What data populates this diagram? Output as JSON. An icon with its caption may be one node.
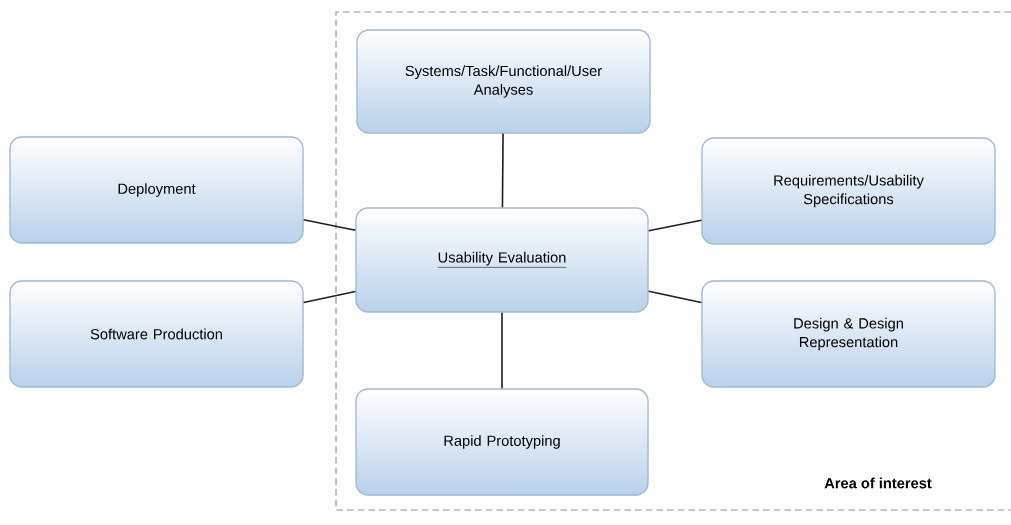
{
  "diagram": {
    "nodes": [
      {
        "text": [
          "Area of interest"
        ]
      },
      {
        "text": [
          "Systems/Task/Functional/User Analyses"
        ],
        "in": 0
      },
      {
        "text": [
          "Deployment"
        ]
      },
      {
        "text": [
          "Requirements/Usability Specifications"
        ],
        "in": 0
      },
      {
        "text": [
          "Usability Evaluation"
        ],
        "in": 0
      },
      {
        "text": [
          "Software Production"
        ]
      },
      {
        "text": [
          "Design & Design Representation"
        ],
        "in": 0
      },
      {
        "text": [
          "Rapid Prototyping"
        ],
        "in": 0
      }
    ],
    "edges": [
      {
        "from": 4,
        "to": 1,
        "arrow": "none"
      },
      {
        "from": 4,
        "to": 2,
        "arrow": "none"
      },
      {
        "from": 4,
        "to": 3,
        "arrow": "none"
      },
      {
        "from": 4,
        "to": 5,
        "arrow": "none"
      },
      {
        "from": 4,
        "to": 6,
        "arrow": "none"
      },
      {
        "from": 4,
        "to": 7,
        "arrow": "none"
      }
    ]
  }
}
